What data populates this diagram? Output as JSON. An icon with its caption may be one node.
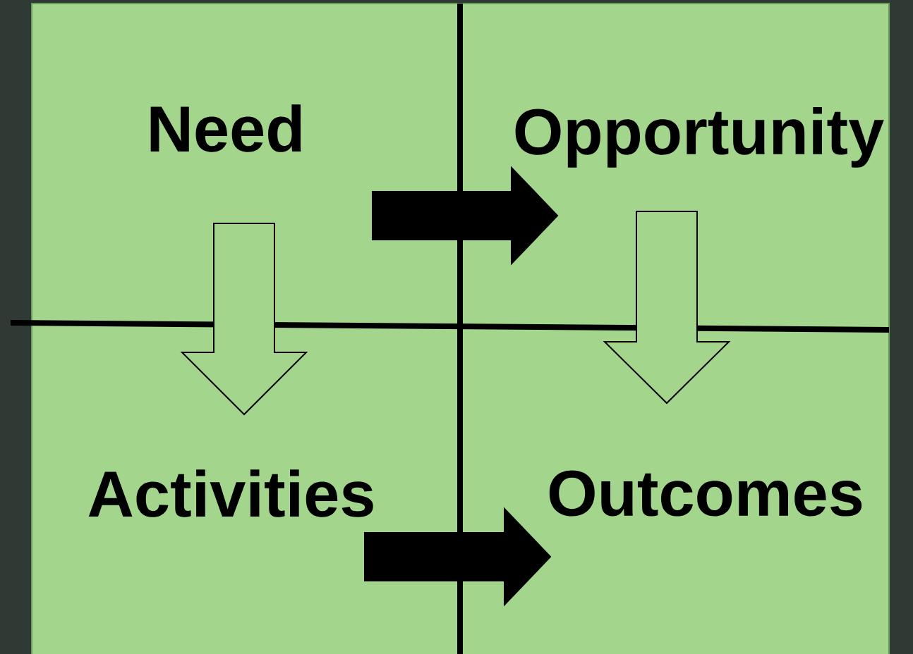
{
  "diagram": {
    "nodes": [
      {
        "text": [
          "Need"
        ]
      },
      {
        "text": [
          "Opportunity"
        ]
      },
      {
        "text": [
          "Activities"
        ]
      },
      {
        "text": [
          "Outcomes"
        ]
      }
    ],
    "edges": [
      {
        "from": 0,
        "to": 1,
        "arrow": "to",
        "color": "#000000"
      },
      {
        "from": 0,
        "to": 2,
        "arrow": "to",
        "color": "#a3d68c"
      },
      {
        "from": 1,
        "to": 3,
        "arrow": "to",
        "color": "#a3d68c"
      },
      {
        "from": 2,
        "to": 3,
        "arrow": "to",
        "color": "#000000"
      }
    ]
  }
}
